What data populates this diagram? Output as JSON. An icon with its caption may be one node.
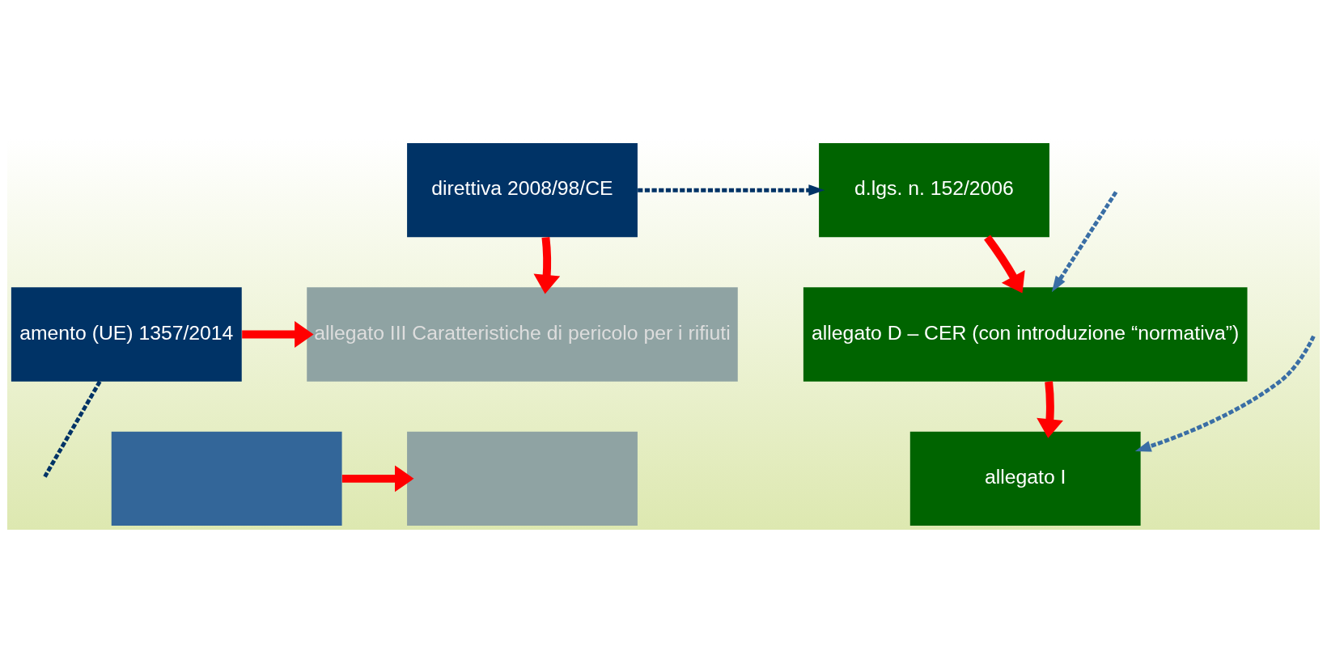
{
  "diagram": {
    "nodes": [
      {
        "text": [
          "direttiva 2008/98/CE"
        ]
      },
      {
        "text": [
          "d.lgs. n. 152/2006"
        ]
      },
      {
        "text": [
          "amento (UE) 1357/2014"
        ]
      },
      {
        "text": [
          "allegato III Caratteristiche di pericolo per i rifiuti"
        ]
      },
      {
        "text": [
          "allegato D – CER (con introduzione “normativa”)"
        ]
      },
      {
        "text": [],
        "shape": "box"
      },
      {
        "text": [],
        "shape": "box"
      },
      {
        "text": [
          "allegato I"
        ]
      }
    ],
    "edges": [
      {
        "from": 0,
        "to": 1,
        "arrow": "to",
        "style": "dashed",
        "color": "#003366"
      },
      {
        "from": 0,
        "to": 3,
        "arrow": "to"
      },
      {
        "from": 1,
        "to": 4,
        "arrow": "to"
      },
      {
        "from": 2,
        "to": 3,
        "arrow": "to"
      },
      {
        "from": 4,
        "to": 7,
        "arrow": "to"
      },
      {
        "from": 5,
        "to": 6,
        "arrow": "to"
      },
      {
        "from": 2,
        "to": null,
        "arrow": "none",
        "style": "dashed",
        "color": "#003366"
      },
      {
        "from": null,
        "to": 4,
        "arrow": "to",
        "style": "dashed",
        "color": "#3a6ea5"
      },
      {
        "from": null,
        "to": 7,
        "arrow": "to",
        "style": "dashed",
        "color": "#3a6ea5"
      }
    ]
  }
}
